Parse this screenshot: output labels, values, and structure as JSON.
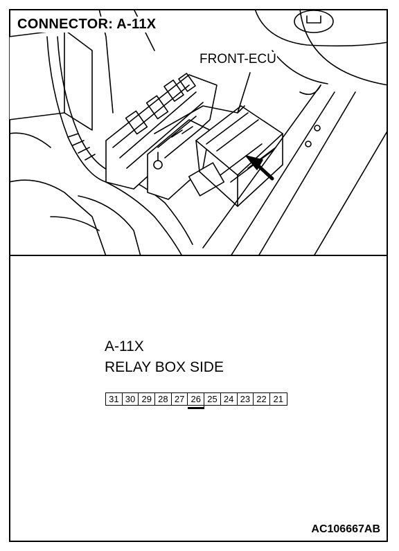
{
  "title": "CONNECTOR: A-11X",
  "callout_label": "FRONT-ECU",
  "connector": {
    "id": "A-11X",
    "side": "RELAY BOX SIDE",
    "pins": [
      "31",
      "30",
      "29",
      "28",
      "27",
      "26",
      "25",
      "24",
      "23",
      "22",
      "21"
    ],
    "keyed_pin": "26"
  },
  "figure_number": "AC106667AB"
}
